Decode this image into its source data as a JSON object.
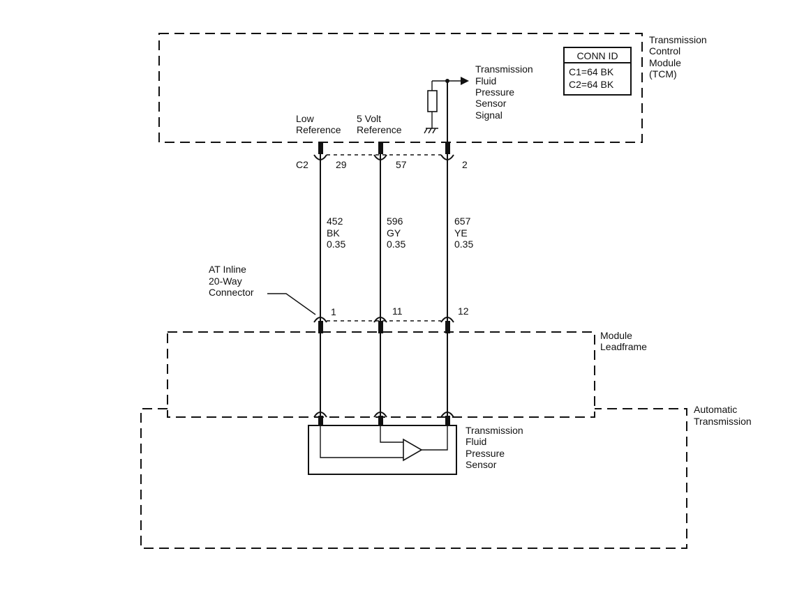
{
  "modules": {
    "tcm_label": [
      "Transmission",
      "Control",
      "Module",
      "(TCM)"
    ],
    "leadframe_label": [
      "Module",
      "Leadframe"
    ],
    "transmission_label": [
      "Automatic",
      "Transmission"
    ]
  },
  "conn_id": {
    "title": "CONN ID",
    "rows": [
      "C1=64 BK",
      "C2=64 BK"
    ]
  },
  "signals": {
    "low_ref": [
      "Low",
      "Reference"
    ],
    "five_volt_ref": [
      "5 Volt",
      "Reference"
    ],
    "tfp_signal": [
      "Transmission",
      "Fluid",
      "Pressure",
      "Sensor",
      "Signal"
    ]
  },
  "tcm_connector": {
    "name": "C2",
    "pins": [
      "29",
      "57",
      "2"
    ]
  },
  "wires": [
    {
      "circuit": "452",
      "color": "BK",
      "gauge": "0.35"
    },
    {
      "circuit": "596",
      "color": "GY",
      "gauge": "0.35"
    },
    {
      "circuit": "657",
      "color": "YE",
      "gauge": "0.35"
    }
  ],
  "inline_connector": {
    "label": [
      "AT Inline",
      "20-Way",
      "Connector"
    ],
    "pins": [
      "1",
      "11",
      "12"
    ]
  },
  "sensor": {
    "label": [
      "Transmission",
      "Fluid",
      "Pressure",
      "Sensor"
    ]
  }
}
